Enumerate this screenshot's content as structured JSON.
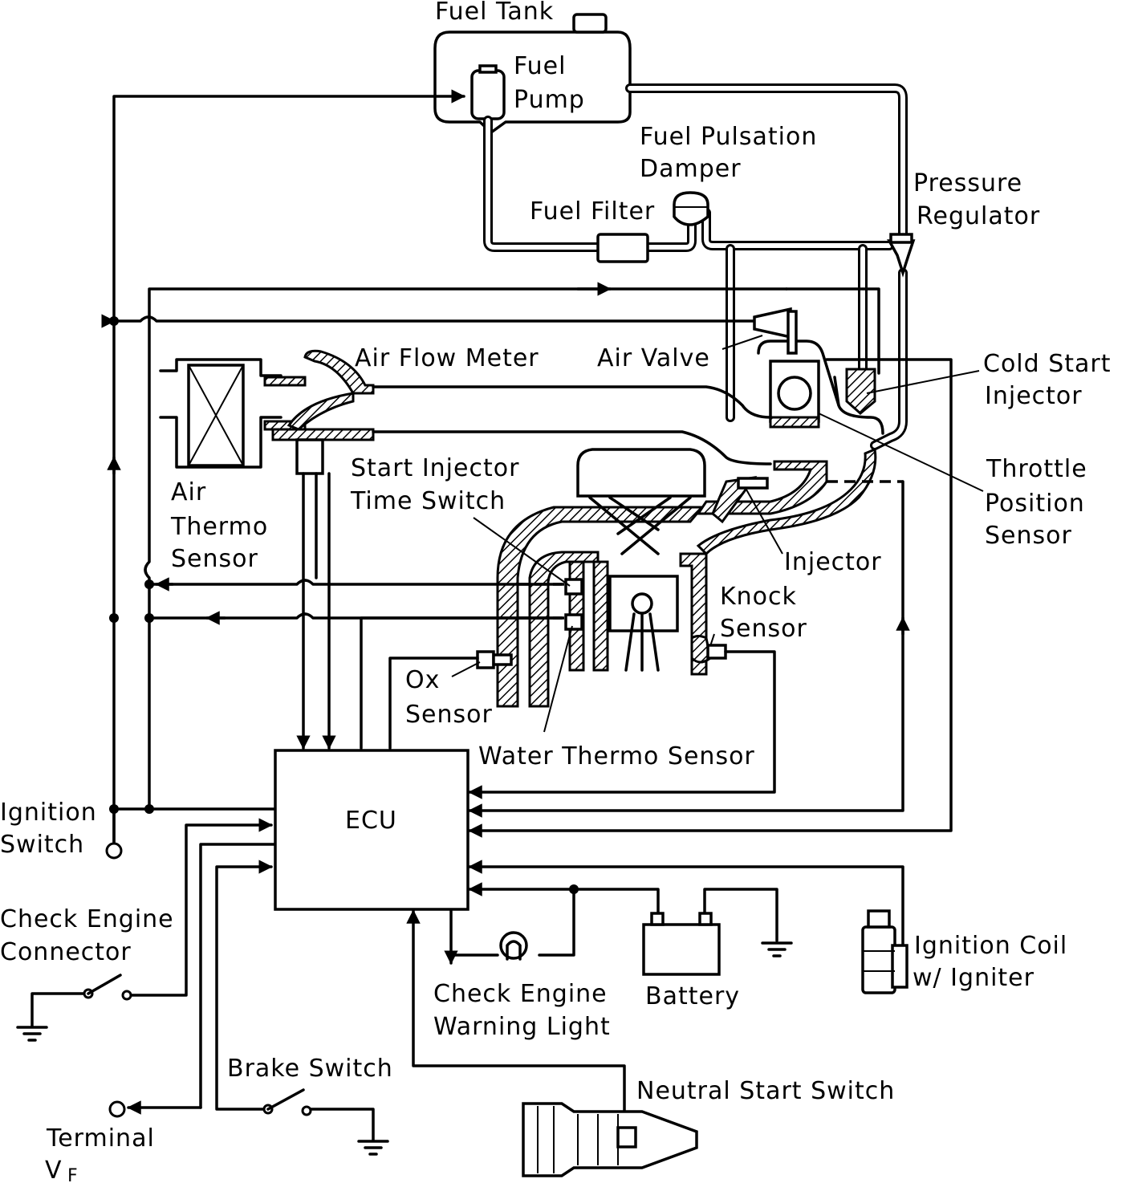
{
  "labels": {
    "fuel_tank": "Fuel Tank",
    "fuel_pump_1": "Fuel",
    "fuel_pump_2": "Pump",
    "fuel_pulsation_damper_1": "Fuel Pulsation",
    "fuel_pulsation_damper_2": "Damper",
    "pressure_regulator_1": "Pressure",
    "pressure_regulator_2": "Regulator",
    "fuel_filter": "Fuel Filter",
    "air_flow_meter": "Air Flow Meter",
    "air_valve": "Air Valve",
    "cold_start_injector_1": "Cold Start",
    "cold_start_injector_2": "Injector",
    "air_thermo_sensor_1": "Air",
    "air_thermo_sensor_2": "Thermo",
    "air_thermo_sensor_3": "Sensor",
    "start_injector_time_switch_1": "Start Injector",
    "start_injector_time_switch_2": "Time Switch",
    "throttle_position_sensor_1": "Throttle",
    "throttle_position_sensor_2": "Position",
    "throttle_position_sensor_3": "Sensor",
    "injector": "Injector",
    "knock_sensor_1": "Knock",
    "knock_sensor_2": "Sensor",
    "ox_sensor_1": "Ox",
    "ox_sensor_2": "Sensor",
    "water_thermo_sensor": "Water Thermo Sensor",
    "ecu": "ECU",
    "ignition_switch_1": "Ignition",
    "ignition_switch_2": "Switch",
    "check_engine_connector_1": "Check Engine",
    "check_engine_connector_2": "Connector",
    "check_engine_warning_light_1": "Check Engine",
    "check_engine_warning_light_2": "Warning Light",
    "battery": "Battery",
    "ignition_coil_1": "Ignition Coil",
    "ignition_coil_2": "w/ Igniter",
    "brake_switch": "Brake Switch",
    "neutral_start_switch": "Neutral Start Switch",
    "terminal_vf_1": "Terminal",
    "terminal_vf_2": "V",
    "terminal_vf_sub": "F"
  }
}
